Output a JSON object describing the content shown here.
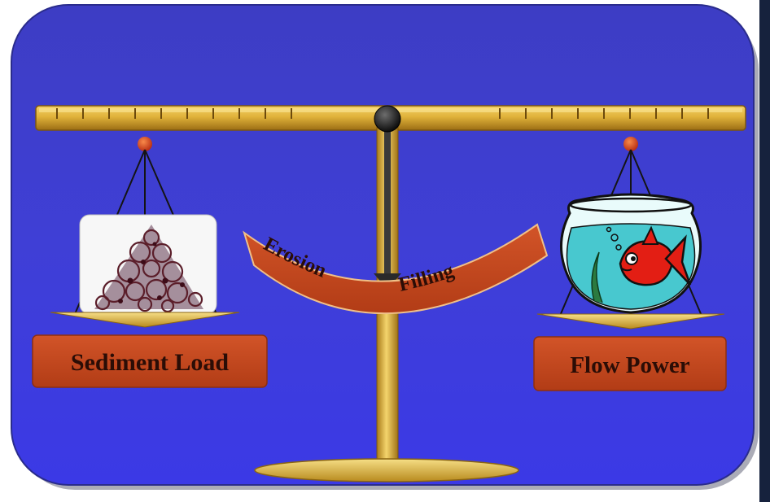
{
  "diagram": {
    "left_label": "Sediment Load",
    "right_label": "Flow Power",
    "arc_left_label": "Erosion",
    "arc_right_label": "Filling"
  },
  "colors": {
    "panel_top": "#3e3fc4",
    "panel_bottom": "#3c3ae4",
    "gold": "#d4a62a",
    "gold_light": "#f5d878",
    "label_box": "#c24a20",
    "pivot": "#1b1b1b",
    "bob": "#d63a1a",
    "water": "#49c9cf",
    "fish": "#e31e14"
  },
  "icons": {
    "left_pan_item": "sediment-pile-icon",
    "right_pan_item": "fishbowl-icon"
  }
}
